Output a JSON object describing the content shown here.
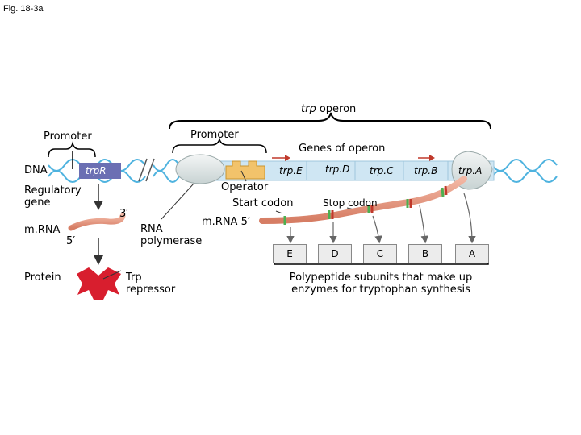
{
  "figure_label": "Fig. 18-3a",
  "operon_title_italic": "trp",
  "operon_title_rest": " operon",
  "promoter_left": "Promoter",
  "promoter_right": "Promoter",
  "genes_of_operon": "Genes of operon",
  "dna_label": "DNA",
  "regulatory_gene_label": "trpR",
  "regulatory_gene_text": "Regulatory gene",
  "mrna_left": "m.RNA",
  "five_prime_left": "5′",
  "three_prime": "3′",
  "protein_label": "Protein",
  "trp_repressor": "Trp repressor",
  "rna_polymerase": "RNA polymerase",
  "operator": "Operator",
  "start_codon": "Start codon",
  "mrna_five_prime": "m.RNA 5′",
  "stop_codon": "Stop codon",
  "genes": [
    "trp.E",
    "trp.D",
    "trp.C",
    "trp.B",
    "trp.A"
  ],
  "polypeptides": [
    "E",
    "D",
    "C",
    "B",
    "A"
  ],
  "polypeptide_caption": "Polypeptide subunits that make up enzymes for tryptophan synthesis",
  "colors": {
    "dna_backbone": "#4fb3df",
    "gene_region": "#cfe6f3",
    "trpR_box": "#6b6fb3",
    "operator": "#f2c36b",
    "mrna": "#e89a82",
    "codon_start": "#4caf50",
    "codon_stop": "#c0392b",
    "repressor": "#d81e2e",
    "polymerase": "#dfe6e6"
  }
}
